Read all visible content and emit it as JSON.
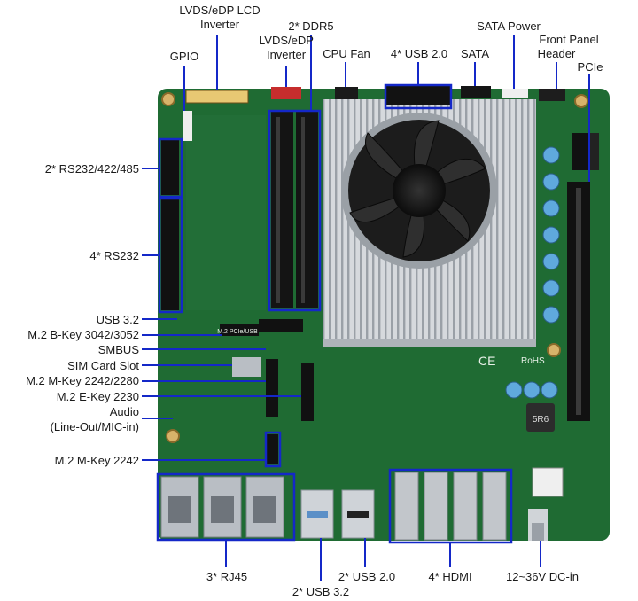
{
  "diagram": {
    "colors": {
      "board": "#1f6b33",
      "board_dark": "#184f27",
      "callout": "#1428c8",
      "heatsink": "#c9cdd2",
      "fan": "#1c1c1c",
      "metal": "#b9bec4",
      "slot": "#141414",
      "pcb_text": "#e8f0e8"
    },
    "labels": {
      "gpio": "GPIO",
      "lvds_lcd_inverter_line1": "LVDS/eDP LCD",
      "lvds_lcd_inverter_line2": "Inverter",
      "lvds_inverter_line1": "LVDS/eDP",
      "lvds_inverter_line2": "Inverter",
      "ddr5": "2* DDR5",
      "cpu_fan": "CPU Fan",
      "usb20_header": "4* USB 2.0",
      "sata": "SATA",
      "sata_power": "SATA Power",
      "front_panel_line1": "Front Panel",
      "front_panel_line2": "Header",
      "pcie": "PCIe",
      "rs232_422_485": "2* RS232/422/485",
      "rs232": "4* RS232",
      "usb32_header": "USB 3.2",
      "m2_bkey": "M.2 B-Key 3042/3052",
      "smbus": "SMBUS",
      "sim": "SIM Card Slot",
      "m2_mkey_2242_2280": "M.2 M-Key 2242/2280",
      "m2_ekey": "M.2 E-Key 2230",
      "audio_line1": "Audio",
      "audio_line2": "(Line-Out/MIC-in)",
      "m2_mkey_2242": "M.2 M-Key 2242",
      "rj45": "3* RJ45",
      "usb32_rear": "2* USB 3.2",
      "usb20_rear": "2* USB 2.0",
      "hdmi": "4* HDMI",
      "dc_in": "12~36V DC-in"
    },
    "board_text": {
      "m2_label": "M.2 PCIe/USB",
      "rohs": "RoHS",
      "ce": "CE",
      "inductor": "5R6"
    }
  }
}
